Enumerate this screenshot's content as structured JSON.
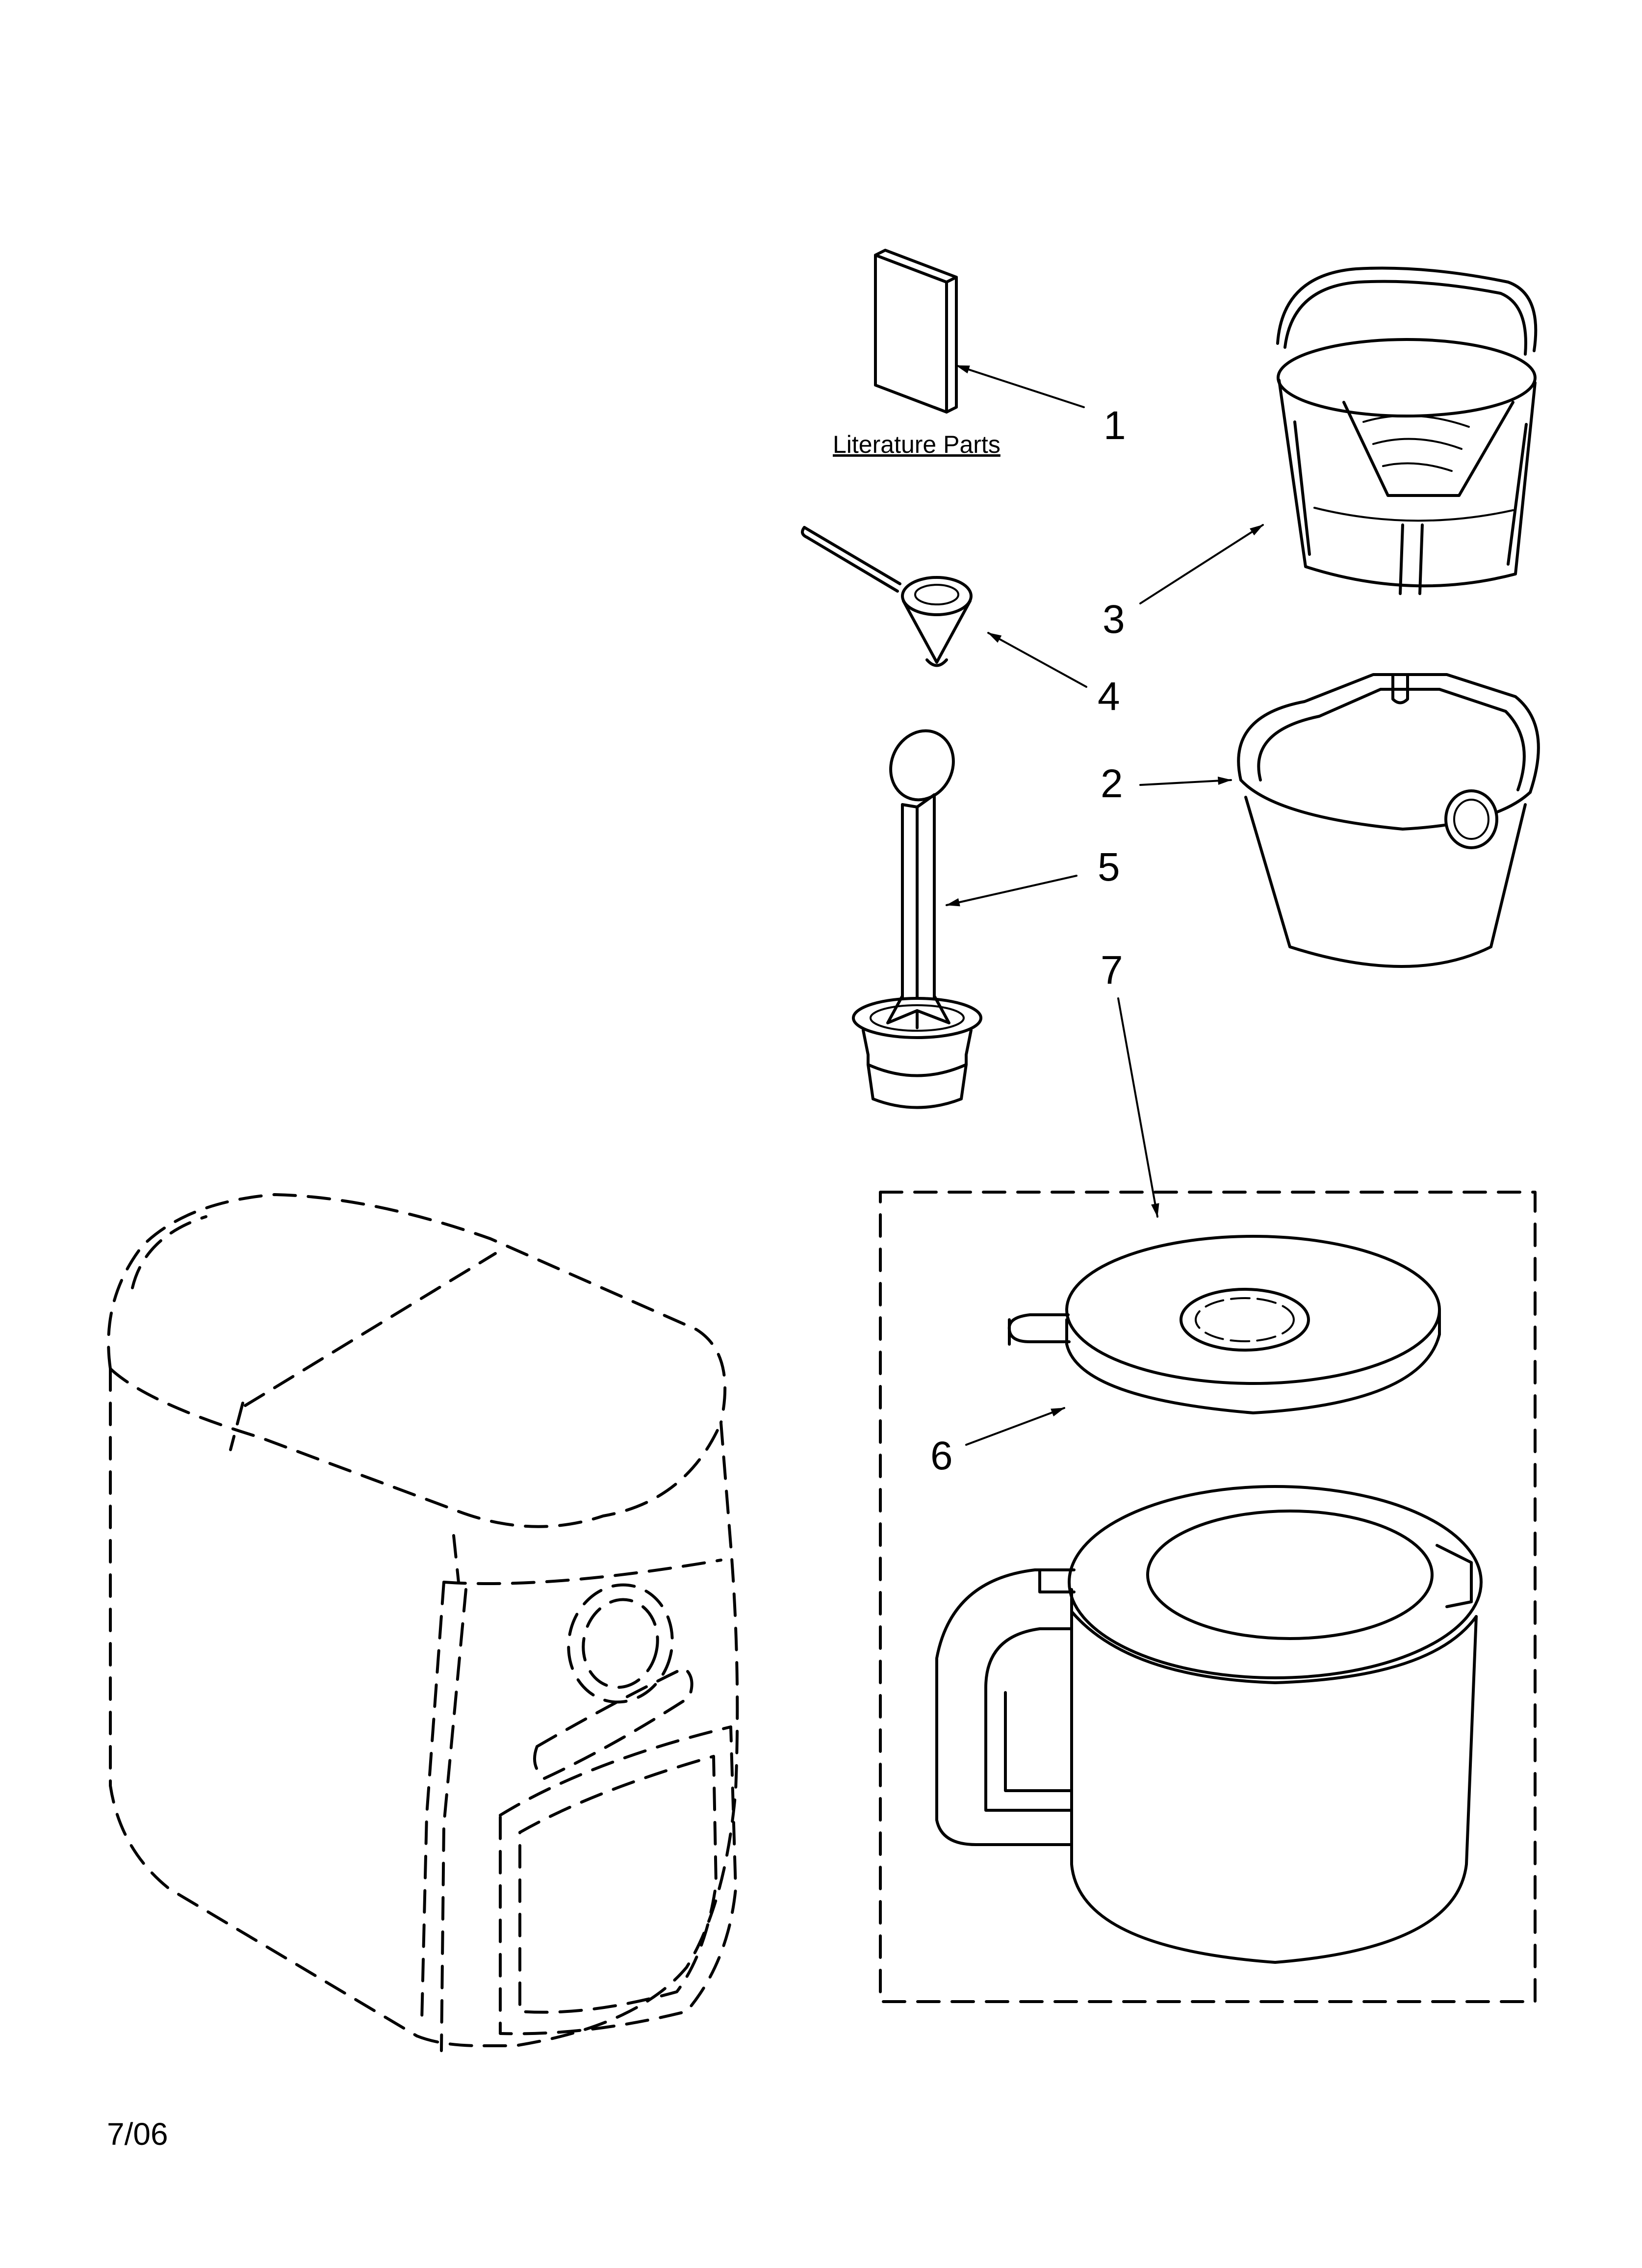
{
  "diagram": {
    "literature_label": "Literature Parts",
    "date_code": "7/06",
    "callouts": [
      {
        "id": "1",
        "text": "1"
      },
      {
        "id": "2",
        "text": "2"
      },
      {
        "id": "3",
        "text": "3"
      },
      {
        "id": "4",
        "text": "4"
      },
      {
        "id": "5",
        "text": "5"
      },
      {
        "id": "6",
        "text": "6"
      },
      {
        "id": "7",
        "text": "7"
      }
    ]
  }
}
